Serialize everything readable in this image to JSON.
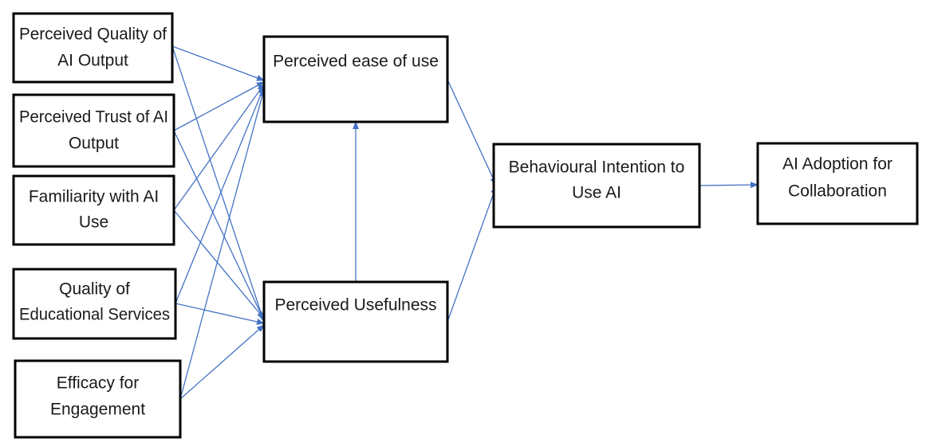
{
  "diagram": {
    "edge_color": "#4472c4",
    "nodes": [
      {
        "id": "pqao",
        "lines": [
          "Perceived Quality of",
          "AI Output"
        ]
      },
      {
        "id": "ptao",
        "lines": [
          "Perceived Trust of AI",
          "Output"
        ]
      },
      {
        "id": "faiu",
        "lines": [
          "Familiarity with AI",
          "Use"
        ]
      },
      {
        "id": "qes",
        "lines": [
          "Quality of",
          "Educational Services"
        ]
      },
      {
        "id": "efe",
        "lines": [
          "Efficacy for",
          "Engagement"
        ]
      },
      {
        "id": "peou",
        "lines": [
          "Perceived ease of use"
        ]
      },
      {
        "id": "pu",
        "lines": [
          "Perceived Usefulness"
        ]
      },
      {
        "id": "bi",
        "lines": [
          "Behavioural Intention to",
          "Use AI"
        ]
      },
      {
        "id": "aa",
        "lines": [
          "AI Adoption for",
          "Collaboration"
        ]
      }
    ],
    "edges": [
      {
        "from": "pqao",
        "to": "peou"
      },
      {
        "from": "pqao",
        "to": "pu"
      },
      {
        "from": "ptao",
        "to": "peou"
      },
      {
        "from": "ptao",
        "to": "pu"
      },
      {
        "from": "faiu",
        "to": "peou"
      },
      {
        "from": "faiu",
        "to": "pu"
      },
      {
        "from": "qes",
        "to": "peou"
      },
      {
        "from": "qes",
        "to": "pu"
      },
      {
        "from": "efe",
        "to": "peou"
      },
      {
        "from": "efe",
        "to": "pu"
      },
      {
        "from": "pu",
        "to": "peou"
      },
      {
        "from": "peou",
        "to": "bi"
      },
      {
        "from": "pu",
        "to": "bi"
      },
      {
        "from": "bi",
        "to": "aa"
      }
    ]
  }
}
